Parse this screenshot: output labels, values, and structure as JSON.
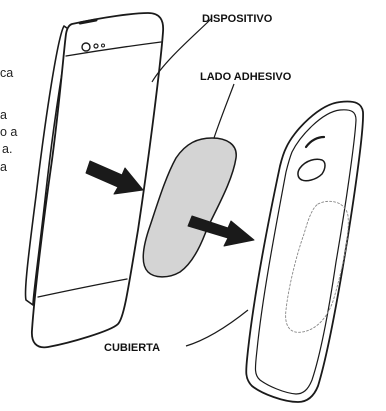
{
  "labels": {
    "device": "DISPOSITIVO",
    "adhesive_side": "LADO ADHESIVO",
    "cover": "CUBIERTA"
  },
  "clipped_text_lines": [
    "ca",
    "a",
    "o a",
    "a.",
    "a"
  ],
  "colors": {
    "outline": "#1a1a1a",
    "adhesive_plate": "#d4d4d4",
    "arrow": "#1a1a1a",
    "background": "#ffffff"
  }
}
